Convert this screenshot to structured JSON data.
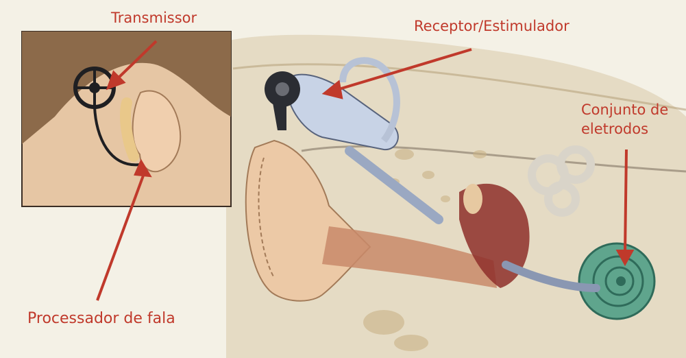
{
  "labels": {
    "transmitter": "Transmissor",
    "receiver": "Receptor/Estimulador",
    "electrode_array_line1": "Conjunto de",
    "electrode_array_line2": "eletrodos",
    "speech_processor": "Processador de fala"
  },
  "colors": {
    "label_text": "#c0392b",
    "arrow": "#c0392b",
    "background": "#f4f1e6",
    "skin": "#ecc9a6",
    "hair": "#8c6a4a"
  }
}
